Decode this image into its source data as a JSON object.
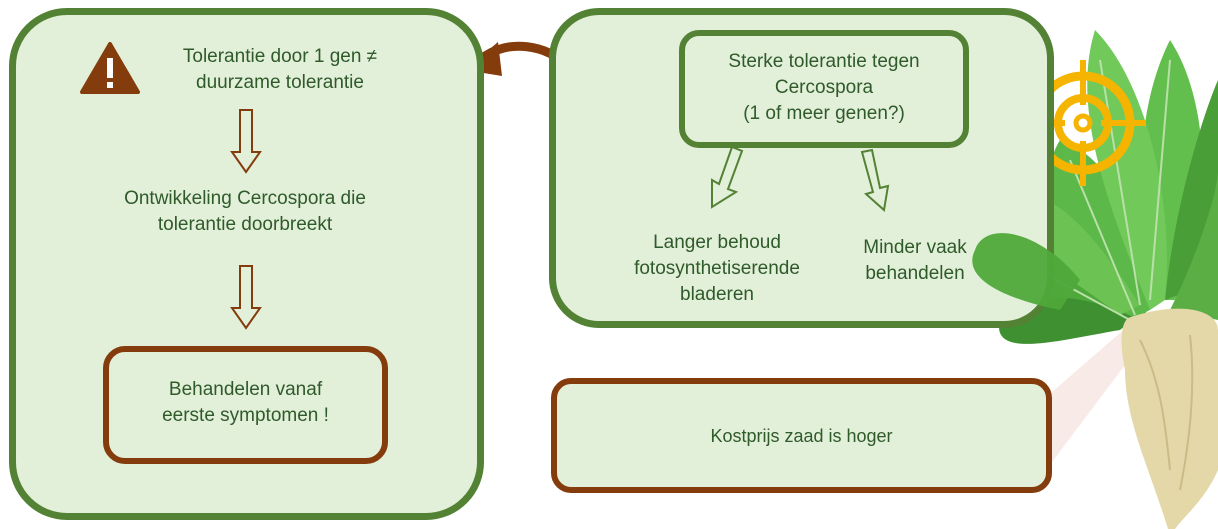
{
  "left_panel": {
    "warning_text": "Tolerantie door 1 gen ≠\nduurzame tolerantie",
    "development_text": "Ontwikkeling Cercospora die\ntolerantie doorbreekt",
    "action_text": "Behandelen vanaf\neerste symptomen !",
    "icons": [
      "warning-icon",
      "down-arrow-icon",
      "down-arrow-icon"
    ]
  },
  "right_panel": {
    "header_text": "Sterke tolerantie tegen\nCercospora\n(1 of meer genen?)",
    "benefit_left": "Langer behoud\nfotosynthetiserende\nbladeren",
    "benefit_right": "Minder vaak\nbehandelen"
  },
  "cost_box": {
    "text": "Kostprijs zaad is hoger"
  },
  "illustration": {
    "subject": "sugar-beet-plant",
    "overlay_icon": "target-icon"
  },
  "colors": {
    "panel_fill": "#e2efd9",
    "green_border": "#548235",
    "brown_border": "#843c0c",
    "target": "#f4b400",
    "text": "#2f5a2a"
  }
}
